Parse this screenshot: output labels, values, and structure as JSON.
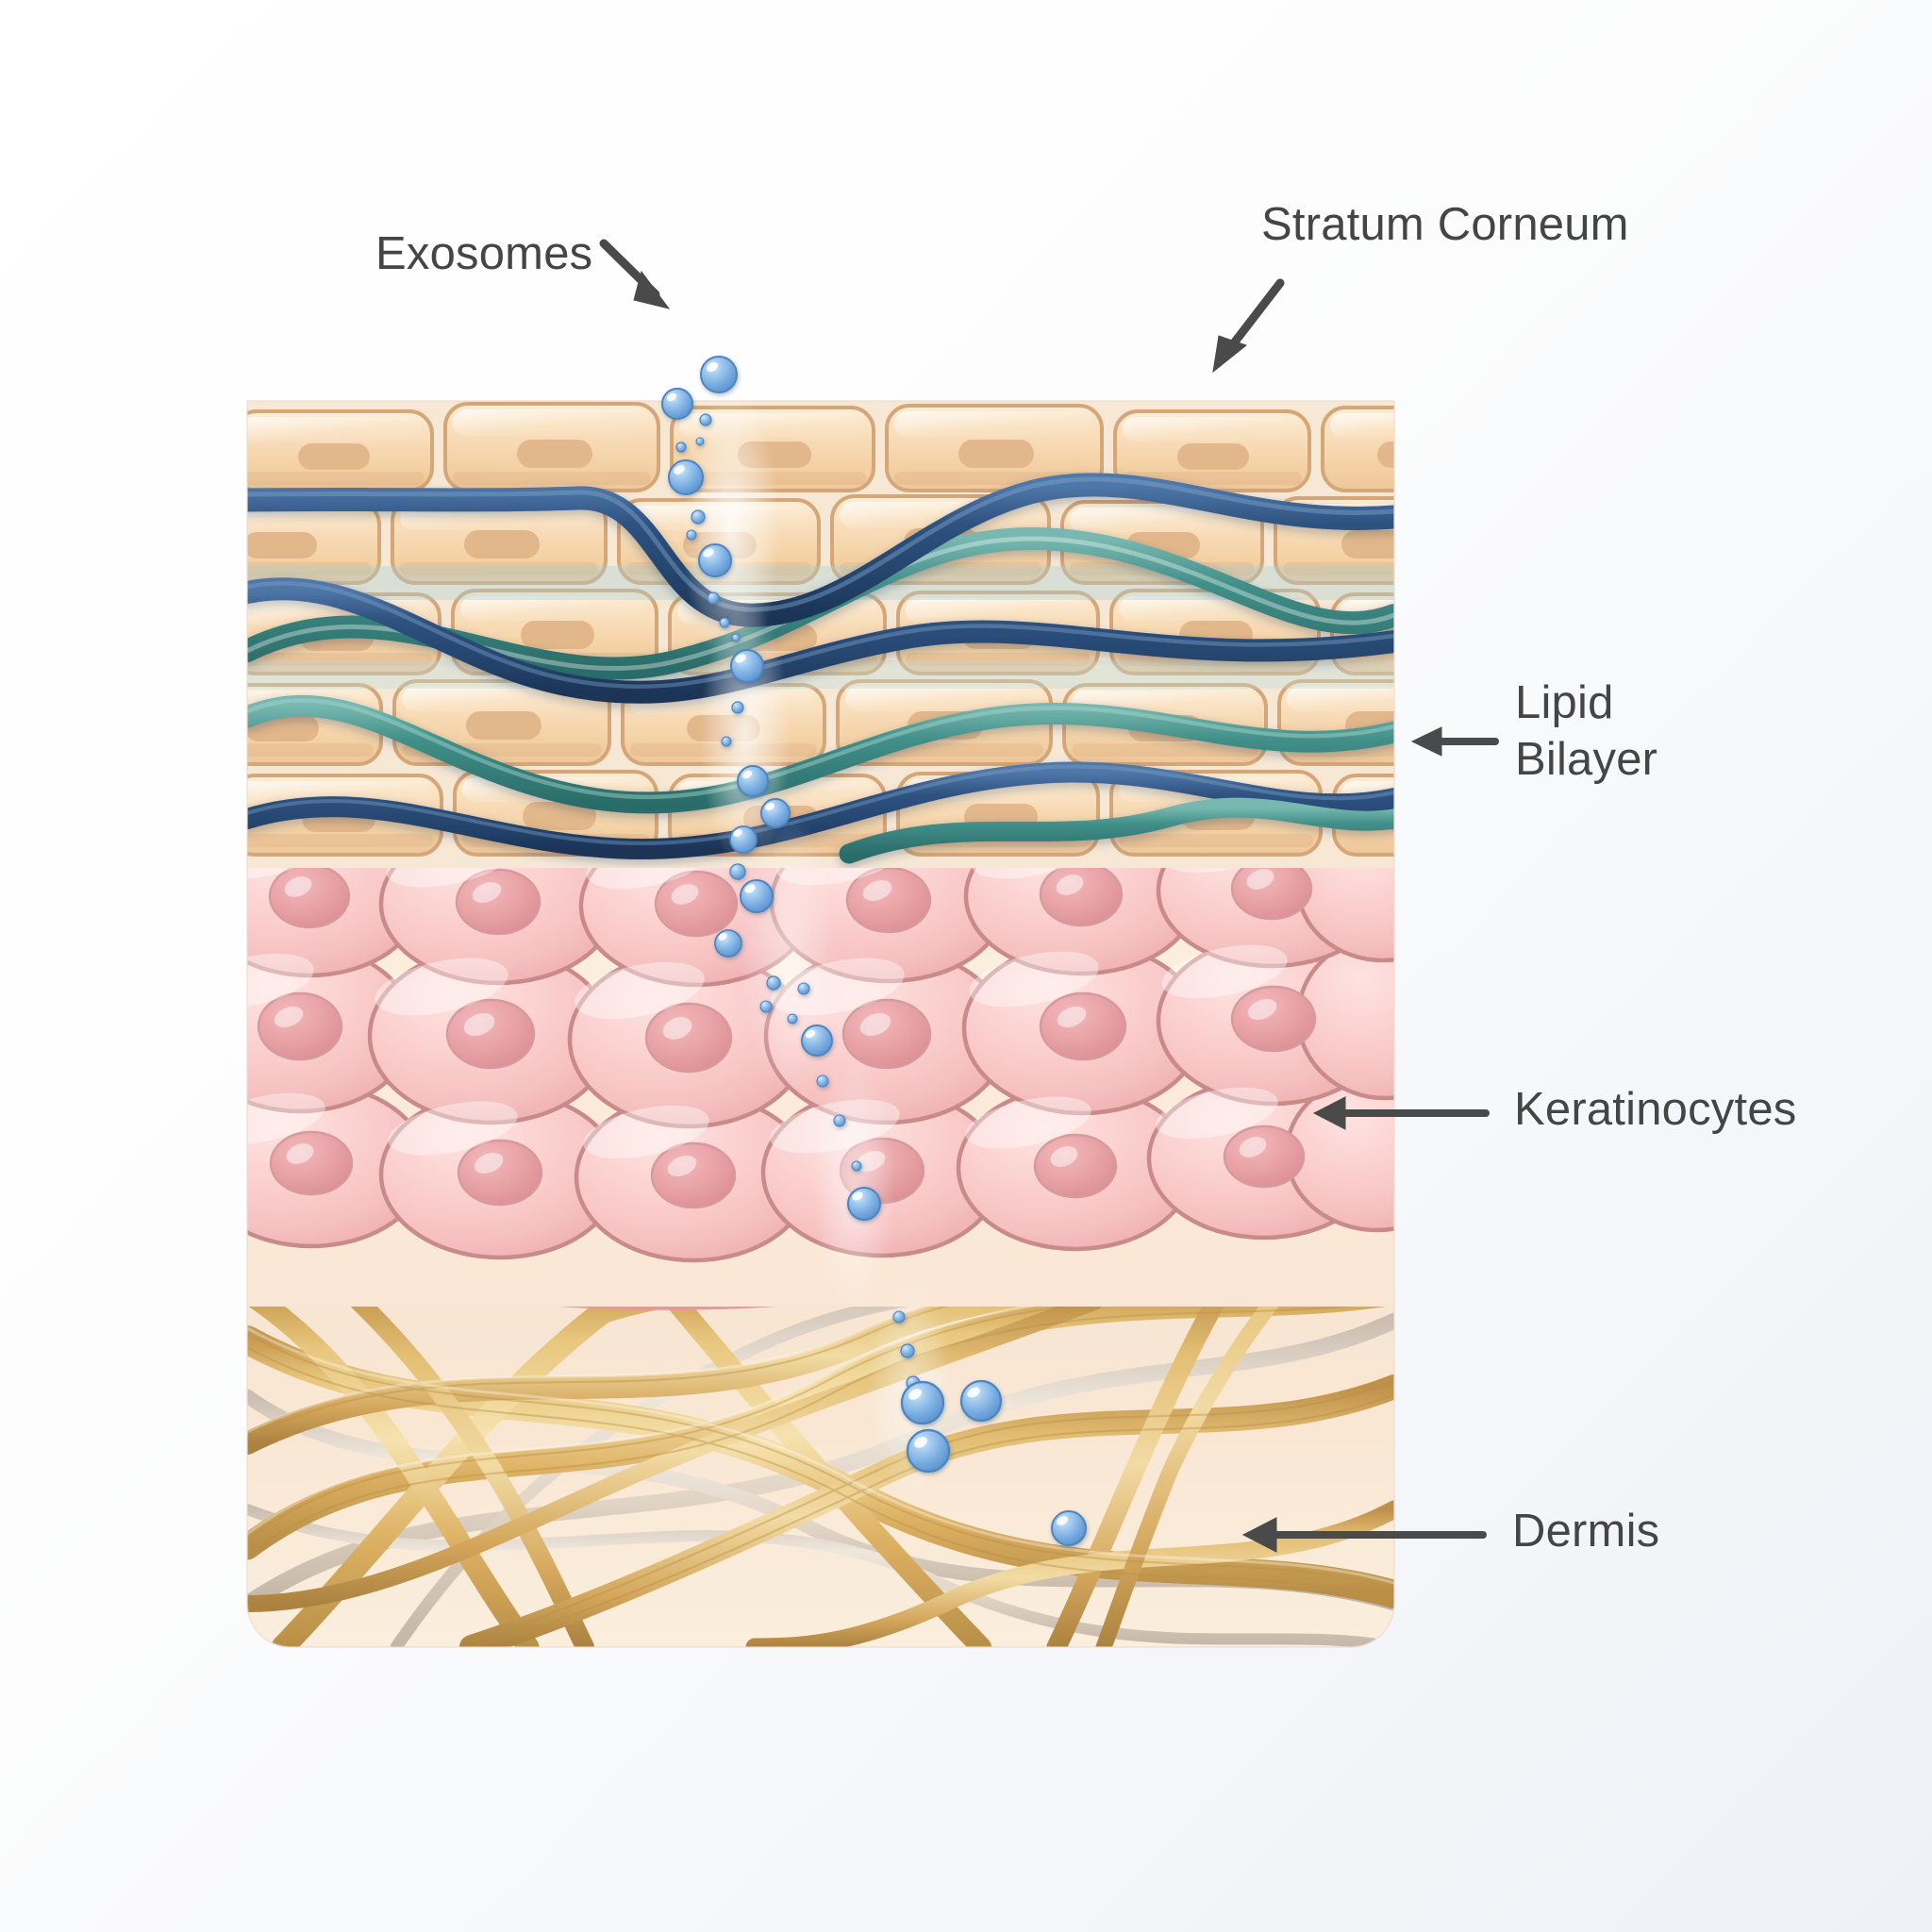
{
  "diagram": {
    "title": "Exosome penetration through skin layers",
    "type": "anatomical-cross-section",
    "background_color": "#fbfcfd"
  },
  "labels": {
    "exosomes": "Exosomes",
    "stratum_corneum": "Stratum Corneum",
    "lipid_bilayer_line1": "Lipid",
    "lipid_bilayer_line2": "Bilayer",
    "keratinocytes": "Keratinocytes",
    "dermis": "Dermis"
  },
  "layers": [
    {
      "name": "Stratum Corneum",
      "description": "Brick-like flattened corneocytes",
      "cell_color": "#f5d3a9",
      "cell_highlight": "#fbe6c8",
      "cell_border": "#d5a678",
      "nucleus_color": "#e0b487",
      "rows": 5
    },
    {
      "name": "Lipid Bilayer",
      "description": "Wavy navy and teal lipid bands weaving between corneocytes",
      "band_navy": "#2c4d77",
      "band_teal": "#3d8c88",
      "band_count": 4
    },
    {
      "name": "Keratinocytes",
      "description": "Rounded pink viable epidermal cells with nuclei",
      "cell_color": "#f6c2c2",
      "cell_highlight": "#fcdada",
      "cell_border": "#c98a8a",
      "nucleus_color": "#e8a3a6",
      "rows": 3
    },
    {
      "name": "Dermis",
      "description": "Interwoven golden collagen and pale elastin fibers",
      "collagen_color": "#d9ab5c",
      "collagen_light": "#f0d79a",
      "elastin_color": "#ded2c6",
      "background": "#f6e3cf"
    }
  ],
  "exosomes": {
    "label": "Exosomes",
    "particle_color": "#74a9dd",
    "particle_highlight": "#ffffff",
    "particle_rim": "#3a6fa8",
    "glow_color": "#ffffff",
    "path_description": "Vertical penetration channel from surface down into the dermis"
  },
  "annotations": [
    {
      "id": "exosomes",
      "text": "Exosomes",
      "arrow": "diagonal-down-right",
      "target": "exosome-trail"
    },
    {
      "id": "stratum-corneum",
      "text": "Stratum Corneum",
      "arrow": "diagonal-down-left",
      "target": "corneocyte-layer"
    },
    {
      "id": "lipid-bilayer",
      "text": "Lipid Bilayer",
      "arrow": "left",
      "target": "lipid-bands"
    },
    {
      "id": "keratinocytes",
      "text": "Keratinocytes",
      "arrow": "left",
      "target": "keratinocyte-layer"
    },
    {
      "id": "dermis",
      "text": "Dermis",
      "arrow": "left",
      "target": "dermis-layer"
    }
  ],
  "colors": {
    "label_text": "#454545",
    "arrow": "#4a4a4a",
    "panel_bg": "#fdf2e4"
  }
}
